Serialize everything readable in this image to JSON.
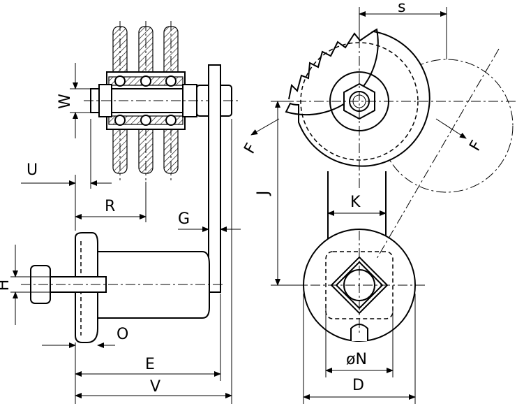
{
  "labels": {
    "s": "s",
    "w": "W",
    "u": "U",
    "r": "R",
    "g": "G",
    "h": "H",
    "o": "O",
    "e": "E",
    "v": "V",
    "f_left": "F",
    "f_right": "F",
    "j": "J",
    "k": "K",
    "n": "øN",
    "d": "D"
  },
  "colors": {
    "line": "#000000",
    "background": "#ffffff"
  }
}
